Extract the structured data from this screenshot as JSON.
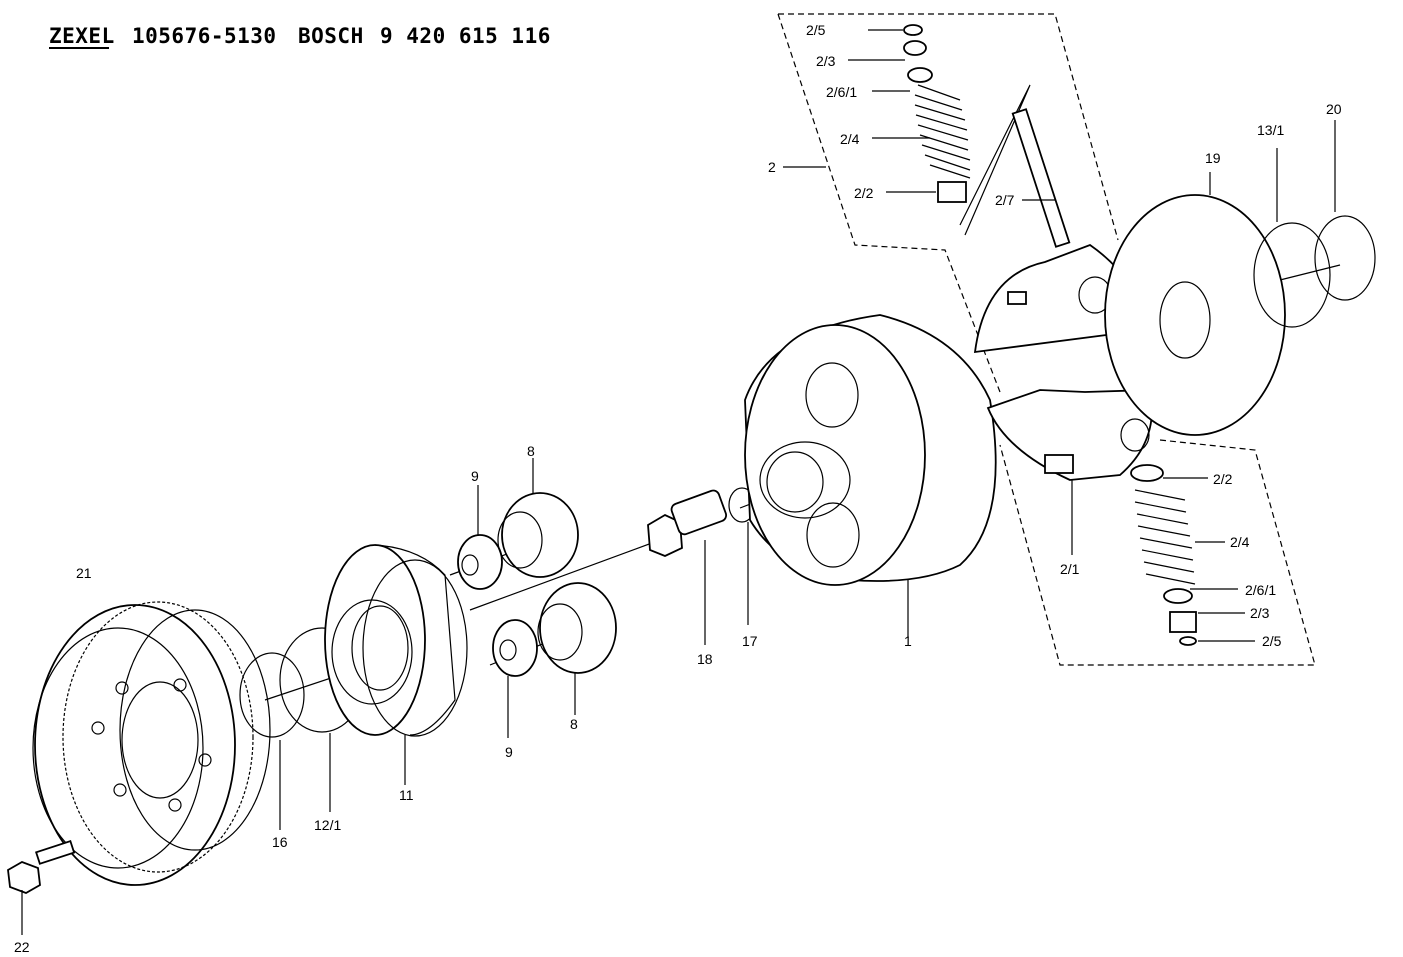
{
  "header": {
    "brand1": "ZEXEL",
    "code1": "105676-5130",
    "brand2": "BOSCH",
    "code2": "9 420 615 116"
  },
  "labels": {
    "p2_5_top": "2/5",
    "p2_3_top": "2/3",
    "p2_6_1_top": "2/6/1",
    "p2_4_top": "2/4",
    "p2": "2",
    "p2_2_top": "2/2",
    "p2_7": "2/7",
    "p19": "19",
    "p13_1": "13/1",
    "p20": "20",
    "p9_top": "9",
    "p8_top": "8",
    "p21": "21",
    "p18": "18",
    "p17": "17",
    "p1": "1",
    "p2_2_bot": "2/2",
    "p2_4_bot": "2/4",
    "p2_1": "2/1",
    "p2_6_1_bot": "2/6/1",
    "p2_3_bot": "2/3",
    "p2_5_bot": "2/5",
    "p9_bot": "9",
    "p8_bot": "8",
    "p16": "16",
    "p12_1": "12/1",
    "p11": "11",
    "p22": "22"
  }
}
